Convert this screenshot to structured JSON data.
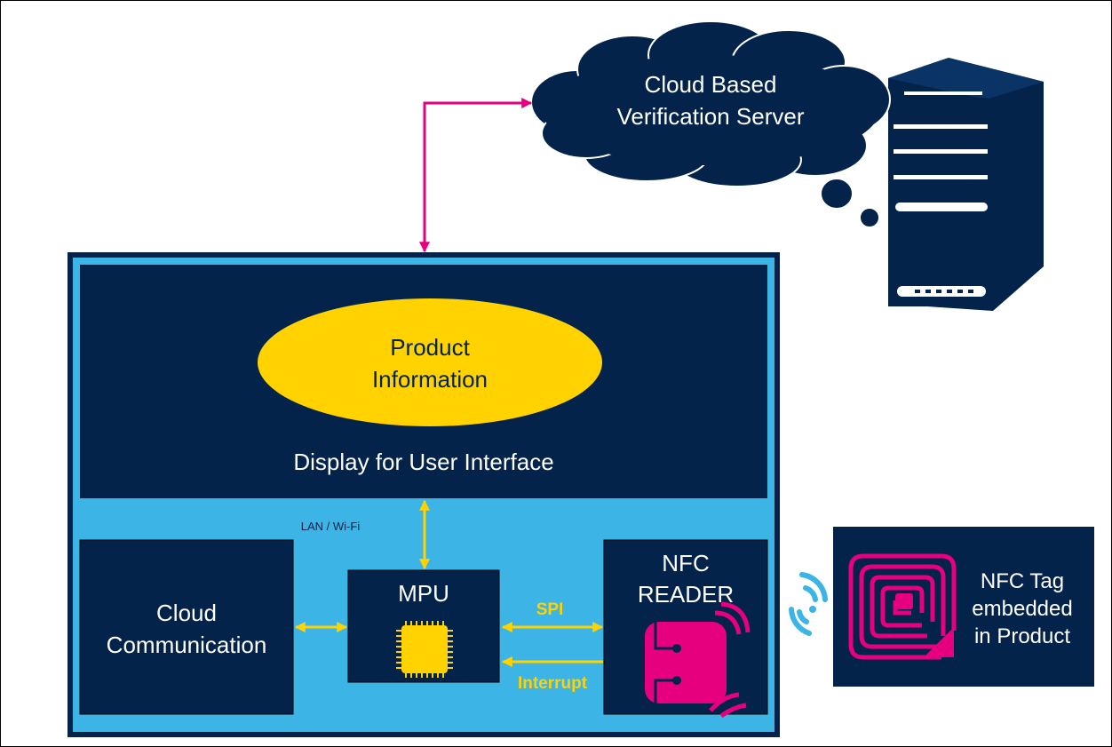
{
  "cloud": {
    "line1": "Cloud Based",
    "line2": "Verification Server"
  },
  "display": {
    "label": "Display for User Interface",
    "product_line1": "Product",
    "product_line2": "Information"
  },
  "links": {
    "lan_wifi": "LAN / Wi-Fi",
    "spi": "SPI",
    "interrupt": "Interrupt"
  },
  "cloud_comm": {
    "line1": "Cloud",
    "line2": "Communication"
  },
  "mpu": {
    "label": "MPU"
  },
  "nfc_reader": {
    "line1": "NFC",
    "line2": "READER"
  },
  "nfc_tag": {
    "line1": "NFC Tag",
    "line2": "embedded",
    "line3": "in Product"
  },
  "colors": {
    "navy": "#03234b",
    "light_blue": "#3cb4e6",
    "yellow": "#ffd200",
    "magenta": "#e6007e"
  }
}
